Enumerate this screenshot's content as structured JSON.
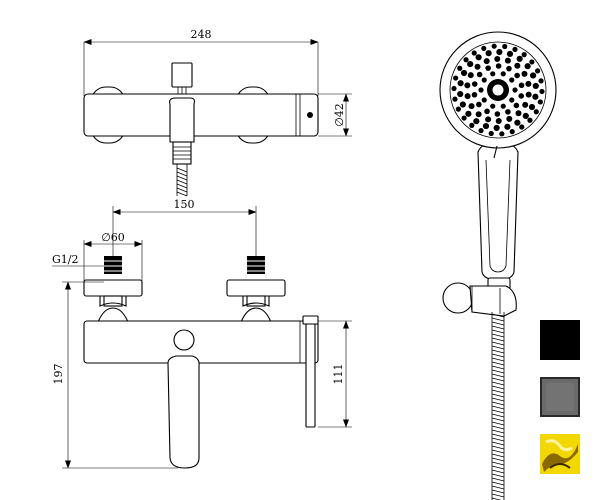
{
  "dimensions": {
    "overall_width": "248",
    "body_diameter": "42",
    "centers": "150",
    "eccentric_diameter": "60",
    "thread": "G1/2",
    "height": "197",
    "lever_height": "111"
  },
  "finishes": [
    {
      "name": "black",
      "color": "#000000"
    },
    {
      "name": "gunmetal",
      "color": "#6a6a6a"
    },
    {
      "name": "gold",
      "color": "#e6c800"
    }
  ],
  "colors": {
    "line": "#000000",
    "background": "#ffffff"
  }
}
